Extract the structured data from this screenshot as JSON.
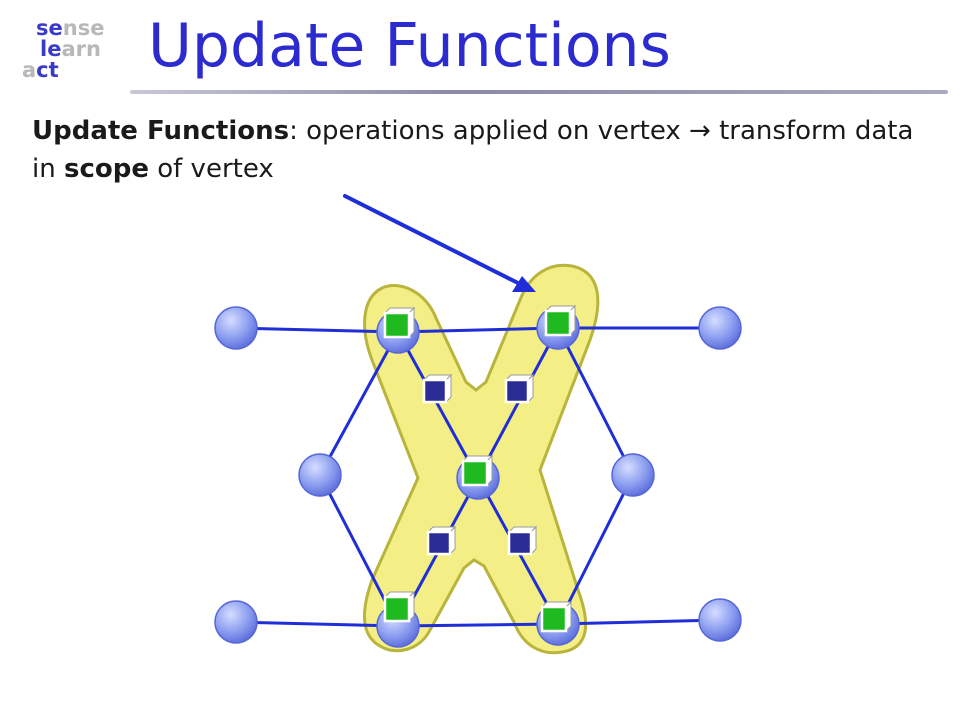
{
  "logo": {
    "line1": [
      "se",
      "nse"
    ],
    "line2": [
      "le",
      "arn"
    ],
    "line3": [
      "a",
      "ct"
    ]
  },
  "slide": {
    "title": "Update Functions",
    "definition": {
      "term": "Update Functions",
      "text1": ": operations applied on vertex ",
      "arrow": "→",
      "text2": " transform data in ",
      "scope": "scope",
      "text3": " of vertex"
    }
  },
  "colors": {
    "title": "#2b2bd0",
    "edge": "#1f2ed6",
    "vertex": "#8c9ef0",
    "scope_fill": "#f3ef86",
    "scope_stroke": "#b9b43c",
    "cube_vertex": "#1fba1f",
    "cube_edge": "#2c2c96",
    "pointer": "#1f2ed6"
  },
  "icons": [
    "vertex-data-cube-icon",
    "edge-data-cube-icon",
    "pointer-arrow-icon"
  ]
}
